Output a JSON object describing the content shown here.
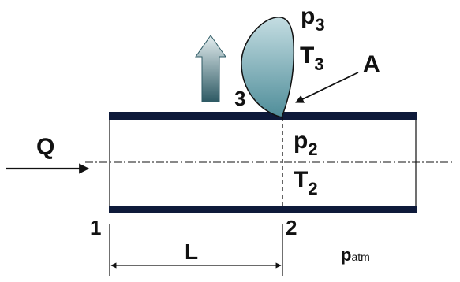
{
  "diagram": {
    "labels": {
      "flow": "Q",
      "leak_point": "A",
      "section_start": "1",
      "section_end": "2",
      "jet_region": "3",
      "length": "L"
    },
    "state_2": {
      "pressure": "p",
      "pressure_sub": "2",
      "temperature": "T",
      "temperature_sub": "2"
    },
    "state_3": {
      "pressure": "p",
      "pressure_sub": "3",
      "temperature": "T",
      "temperature_sub": "3"
    },
    "ambient": {
      "symbol": "p",
      "sub": "atm"
    },
    "colors": {
      "pipe_wall": "#0e1a3a",
      "jet_top": "#c4dde2",
      "jet_bottom": "#4f8d99",
      "arrow_top": "#e4eef0",
      "arrow_bottom": "#2e5a64",
      "line": "#111111"
    }
  }
}
